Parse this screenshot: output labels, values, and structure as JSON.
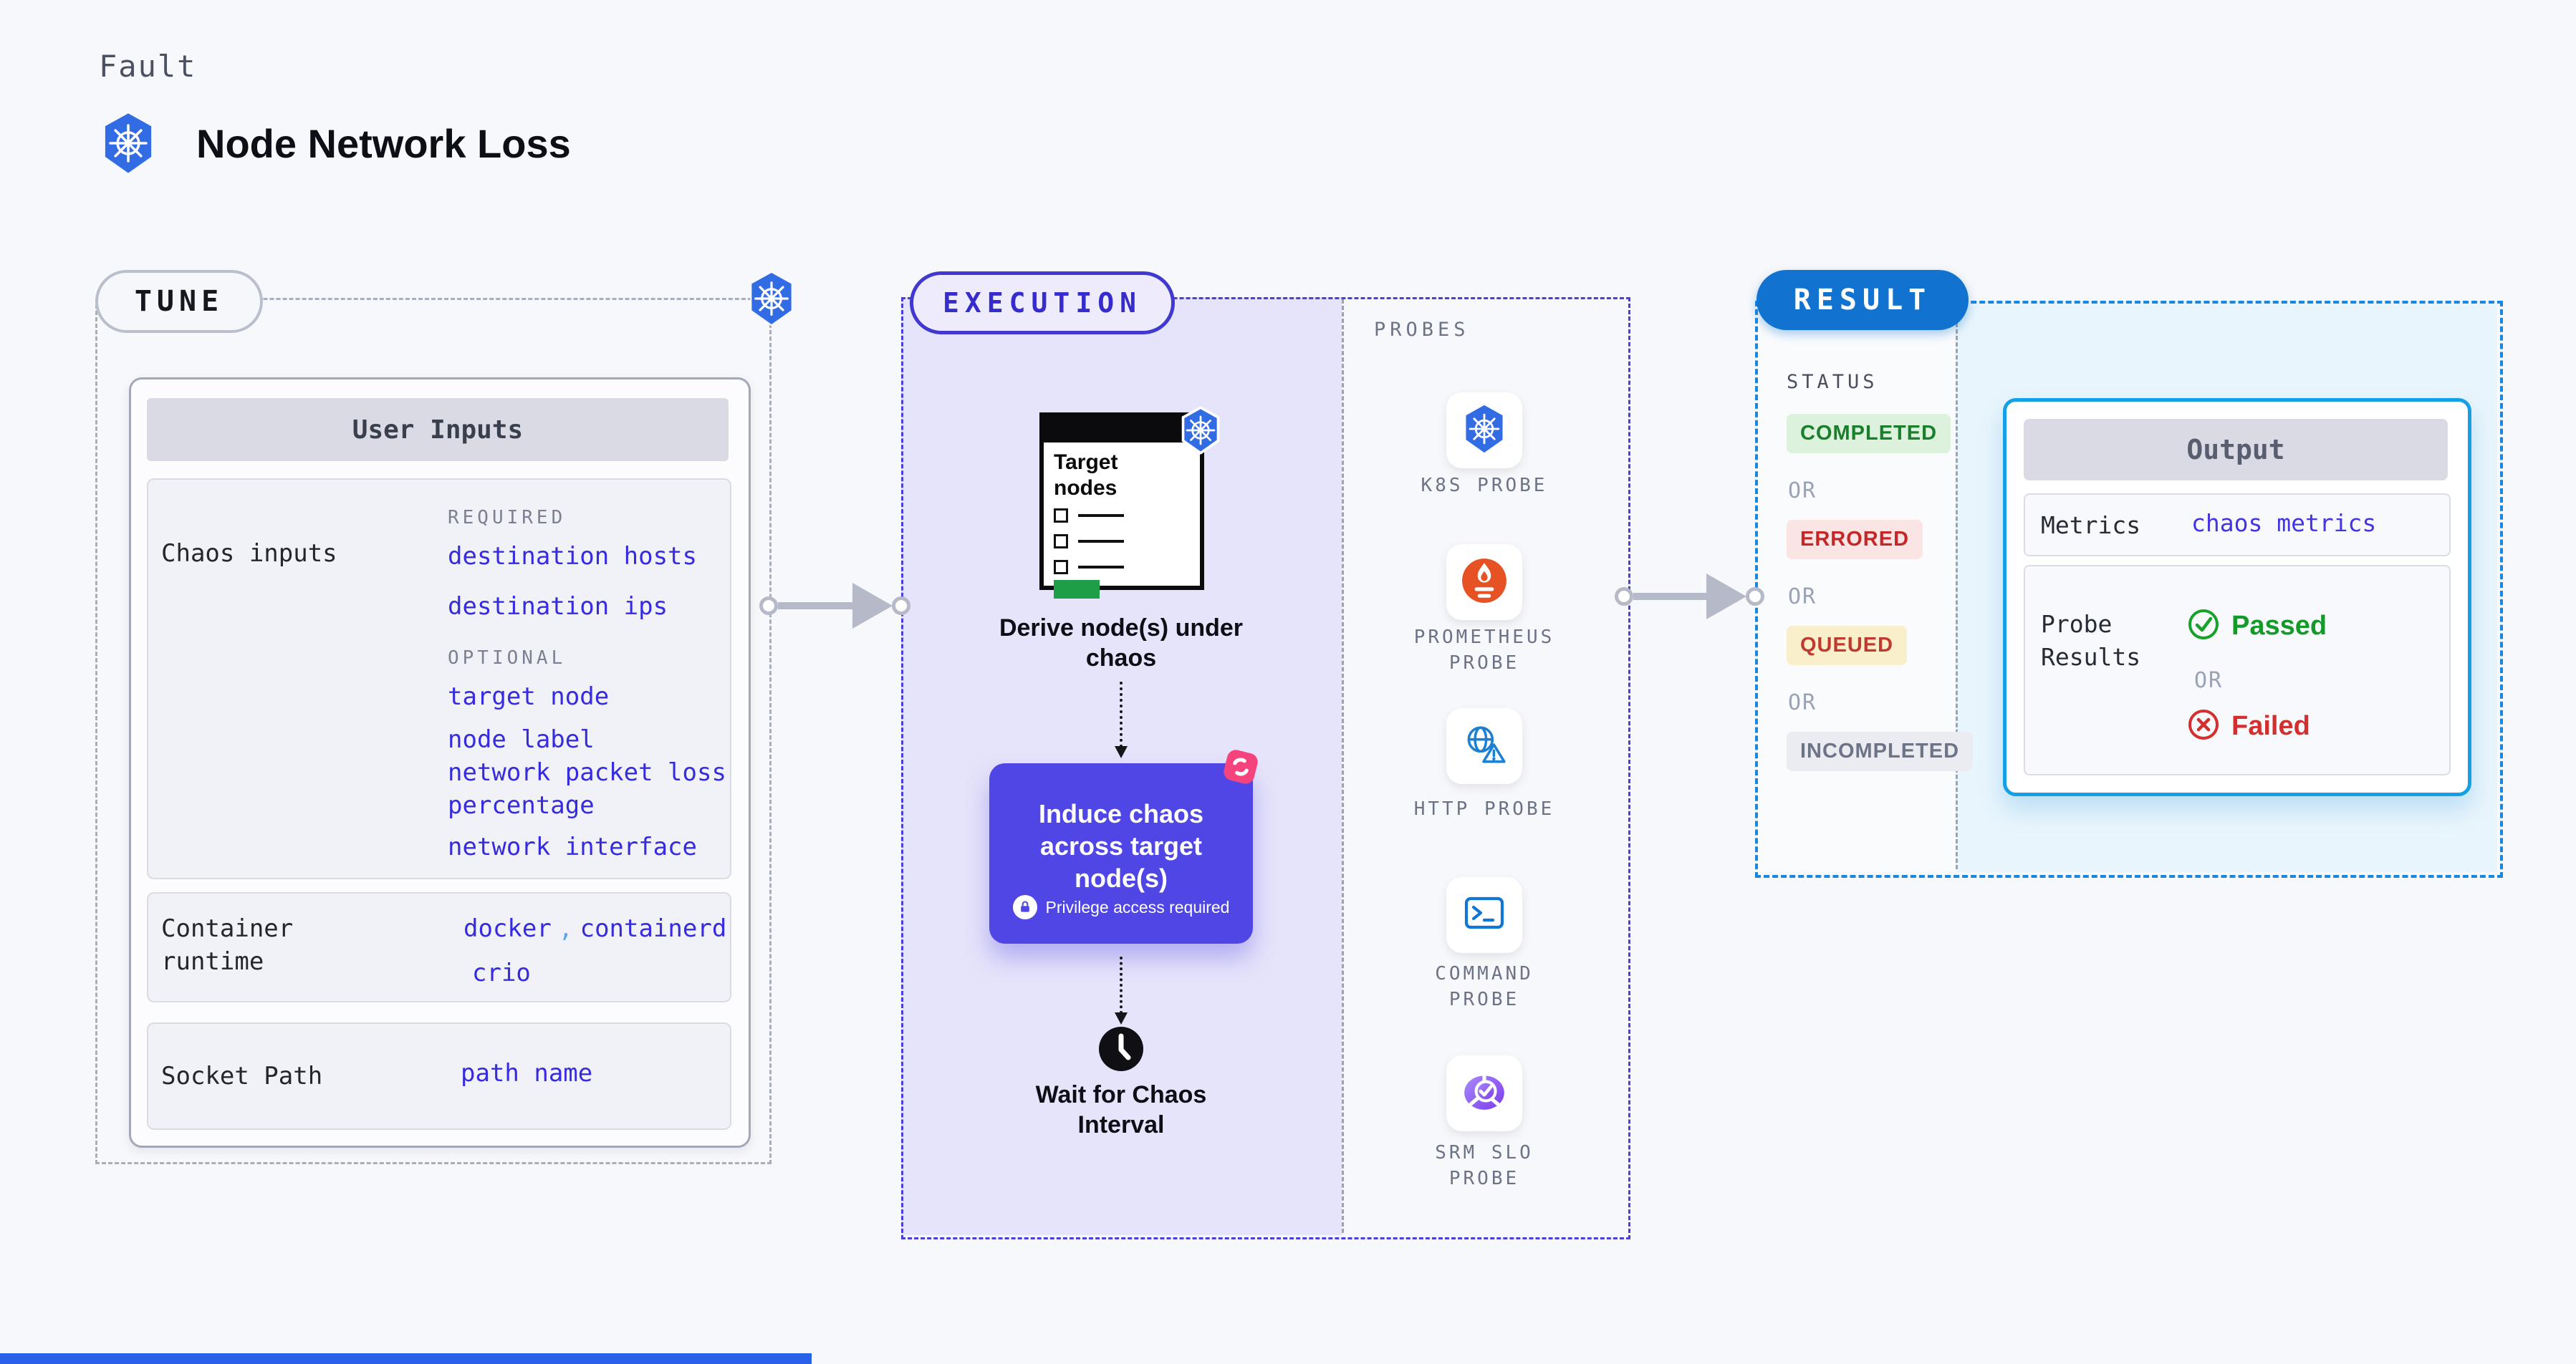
{
  "header": {
    "category": "Fault",
    "title": "Node Network Loss"
  },
  "tune": {
    "label": "TUNE",
    "user_inputs": {
      "title": "User Inputs",
      "chaos_inputs_label": "Chaos inputs",
      "required_label": "REQUIRED",
      "required_items": [
        "destination hosts",
        "destination ips"
      ],
      "optional_label": "OPTIONAL",
      "optional_items": [
        "target node",
        "node label",
        "network packet loss percentage",
        "network interface"
      ],
      "container_runtime_label": "Container runtime",
      "container_runtime_values": {
        "docker": "docker",
        "separator": ",",
        "containerd": "containerd",
        "crio": "crio"
      },
      "socket_path_label": "Socket Path",
      "socket_path_value": "path name"
    }
  },
  "execution": {
    "label": "EXECUTION",
    "target_nodes_title": "Target nodes",
    "derive_label": "Derive node(s) under chaos",
    "induce_label": "Induce chaos across target node(s)",
    "privilege_label": "Privilege access required",
    "wait_label": "Wait for Chaos Interval"
  },
  "probes": {
    "label": "PROBES",
    "items": [
      {
        "icon": "kubernetes-icon",
        "line1": "K8S PROBE",
        "line2": ""
      },
      {
        "icon": "prometheus-icon",
        "line1": "PROMETHEUS",
        "line2": "PROBE"
      },
      {
        "icon": "http-icon",
        "line1": "HTTP PROBE",
        "line2": ""
      },
      {
        "icon": "command-icon",
        "line1": "COMMAND",
        "line2": "PROBE"
      },
      {
        "icon": "srm-slo-icon",
        "line1": "SRM SLO",
        "line2": "PROBE"
      }
    ]
  },
  "result": {
    "label": "RESULT",
    "status_label": "STATUS",
    "or_label": "OR",
    "statuses": {
      "completed": "COMPLETED",
      "errored": "ERRORED",
      "queued": "QUEUED",
      "incompleted": "INCOMPLETED"
    },
    "output": {
      "title": "Output",
      "metrics_label": "Metrics",
      "metrics_value": "chaos metrics",
      "probe_results_label": "Probe Results",
      "passed_label": "Passed",
      "failed_label": "Failed"
    }
  },
  "colors": {
    "kubernetes_blue": "#316ce4",
    "execution_indigo": "#4f46e5",
    "execution_fill": "#e6e4fa",
    "result_blue": "#1173cf",
    "output_border": "#14a0e6",
    "link_blue": "#372be0",
    "success_green": "#149a28",
    "error_red": "#c62828",
    "queued_text": "#bf3b2f",
    "prometheus_orange": "#e75225",
    "srm_purple": "#7c3aed",
    "chaos_pink": "#f5437e"
  }
}
